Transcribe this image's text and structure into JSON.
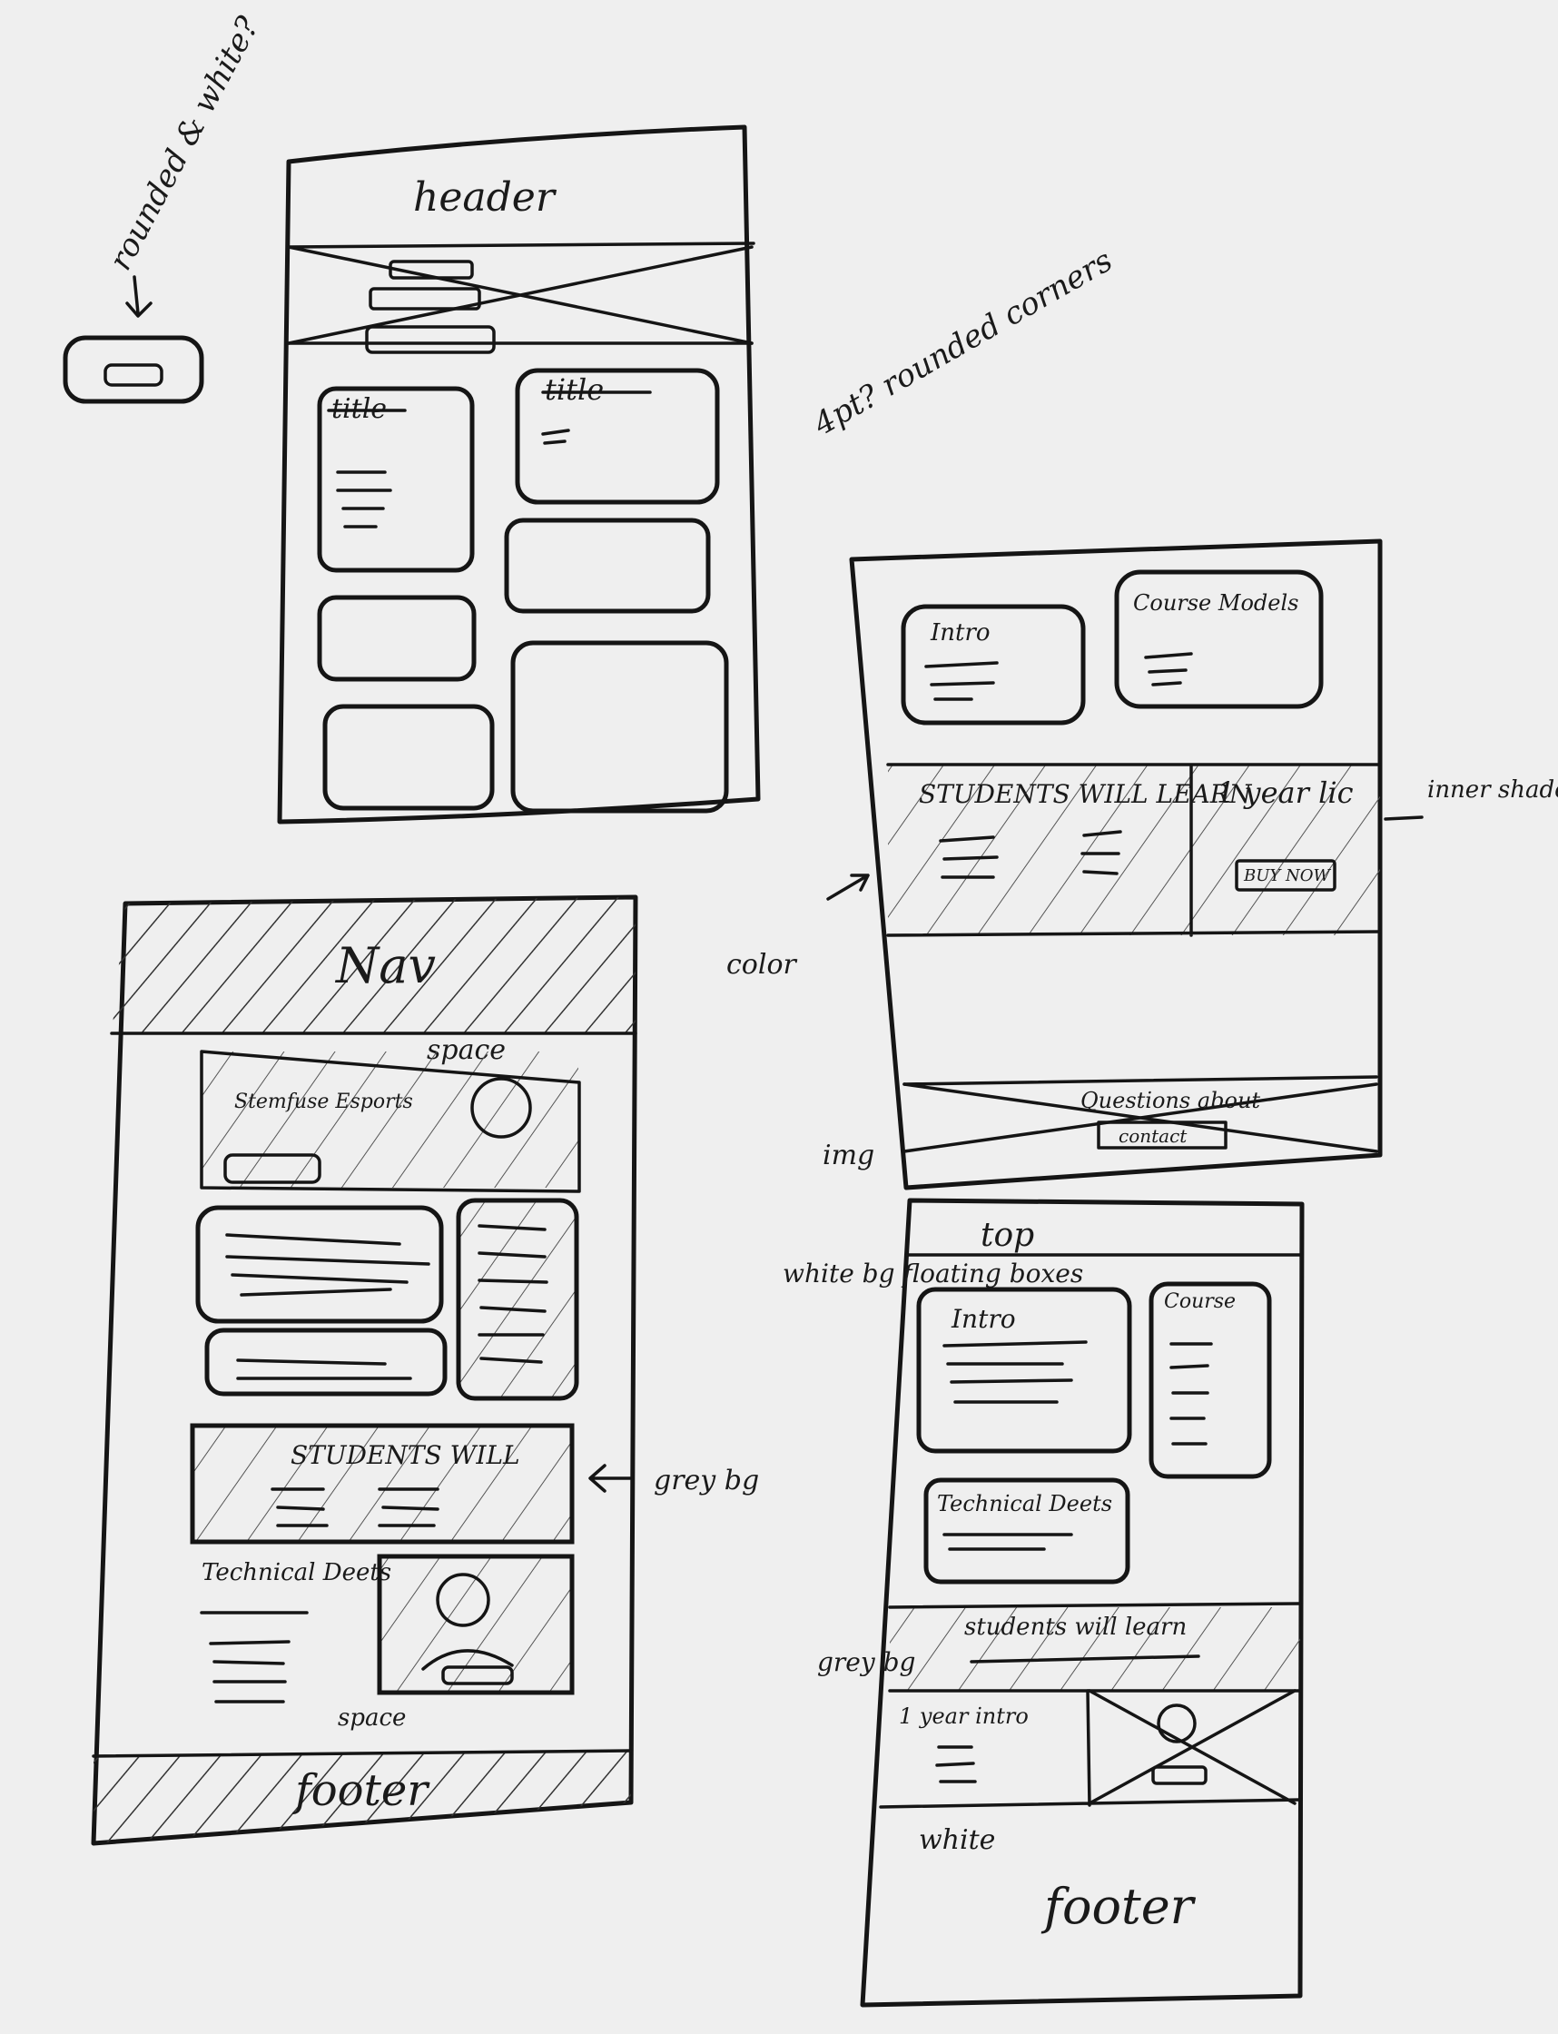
{
  "sketch1": {
    "annotation_btn": "rounded & white?",
    "header": "header",
    "title_1": "title",
    "title_2": "title",
    "annotation_corners": "4pt? rounded corners"
  },
  "sketch2": {
    "nav": "Nav",
    "space_top": "space",
    "hero_text": "Stemfuse Esports",
    "students_will": "STUDENTS WILL",
    "annotation_grey": "grey bg",
    "technical_deets": "Technical Deets",
    "space_bottom": "space",
    "footer": "footer"
  },
  "sketch3": {
    "intro": "Intro",
    "course_models": "Course Models",
    "students_will_learn": "STUDENTS WILL LEARN",
    "one_year_lic": "1 year lic",
    "buy_now": "BUY NOW",
    "annotation_inner_shadow": "inner shadow",
    "annotation_color": "color",
    "questions": "Questions about",
    "contact": "contact",
    "annotation_img": "img"
  },
  "sketch4": {
    "top": "top",
    "annotation_white_bg": "white bg floating boxes",
    "intro": "Intro",
    "course": "Course",
    "technical_deets": "Technical Deets",
    "students_will_learn": "students will learn",
    "annotation_grey": "grey bg",
    "one_year_intro": "1 year intro",
    "white": "white",
    "footer": "footer"
  }
}
